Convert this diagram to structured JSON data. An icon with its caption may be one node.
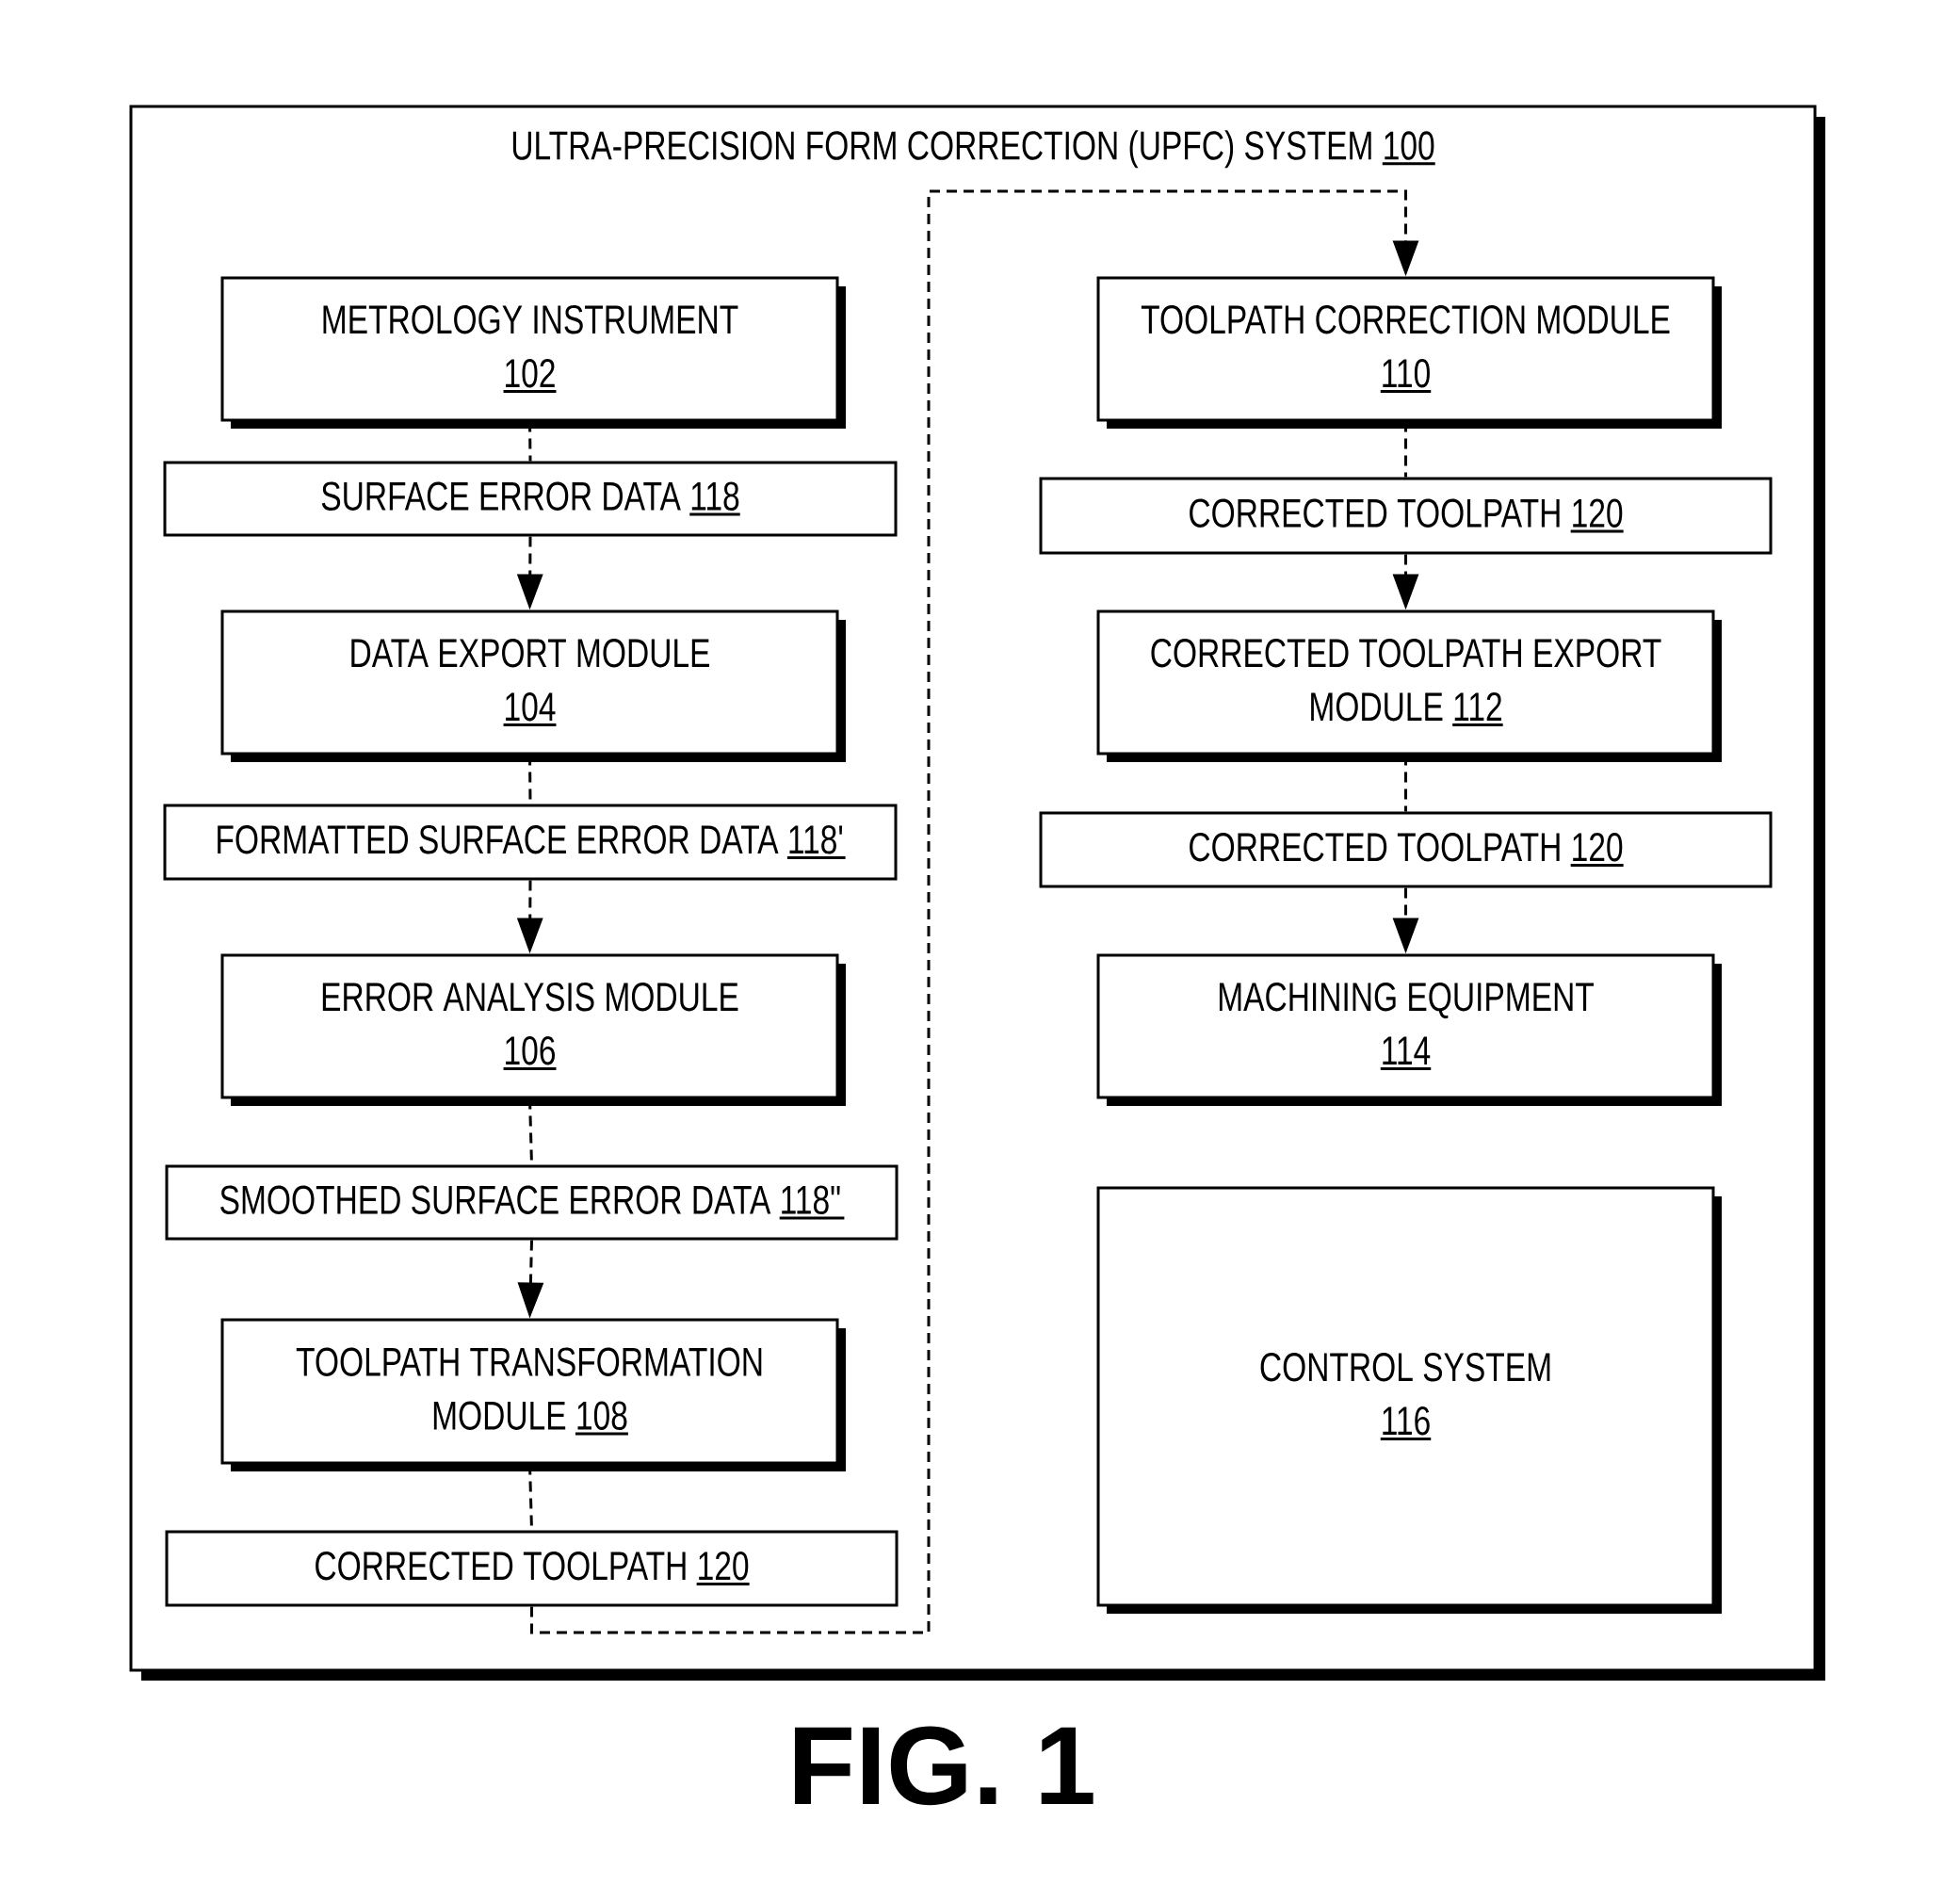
{
  "diagram": {
    "caption": "FIG. 1",
    "nodes": [
      {
        "text": [
          "ULTRA-PRECISION FORM CORRECTION (UPFC) SYSTEM",
          "100"
        ]
      },
      {
        "text": [
          "METROLOGY INSTRUMENT",
          "102"
        ],
        "in": 0
      },
      {
        "text": [
          "SURFACE ERROR DATA",
          "118"
        ],
        "in": 0
      },
      {
        "text": [
          "DATA EXPORT MODULE",
          "104"
        ],
        "in": 0
      },
      {
        "text": [
          "FORMATTED SURFACE ERROR DATA",
          "118'"
        ],
        "in": 0
      },
      {
        "text": [
          "ERROR ANALYSIS MODULE",
          "106"
        ],
        "in": 0
      },
      {
        "text": [
          "SMOOTHED SURFACE ERROR DATA",
          "118\""
        ],
        "in": 0
      },
      {
        "text": [
          "TOOLPATH TRANSFORMATION MODULE",
          "108"
        ],
        "in": 0
      },
      {
        "text": [
          "CORRECTED TOOLPATH",
          "120"
        ],
        "in": 0
      },
      {
        "text": [
          "TOOLPATH CORRECTION MODULE",
          "110"
        ],
        "in": 0
      },
      {
        "text": [
          "CORRECTED TOOLPATH",
          "120"
        ],
        "in": 0
      },
      {
        "text": [
          "CORRECTED TOOLPATH EXPORT MODULE",
          "112"
        ],
        "in": 0
      },
      {
        "text": [
          "CORRECTED TOOLPATH",
          "120"
        ],
        "in": 0
      },
      {
        "text": [
          "MACHINING EQUIPMENT",
          "114"
        ],
        "in": 0
      },
      {
        "text": [
          "CONTROL SYSTEM",
          "116"
        ],
        "in": 0
      }
    ],
    "edges": [
      {
        "from": 1,
        "to": 2,
        "arrow": "none",
        "style": "dashed"
      },
      {
        "from": 2,
        "to": 3,
        "arrow": "to",
        "style": "dashed"
      },
      {
        "from": 3,
        "to": 4,
        "arrow": "none",
        "style": "dashed"
      },
      {
        "from": 4,
        "to": 5,
        "arrow": "to",
        "style": "dashed"
      },
      {
        "from": 5,
        "to": 6,
        "arrow": "none",
        "style": "dashed"
      },
      {
        "from": 6,
        "to": 7,
        "arrow": "to",
        "style": "dashed"
      },
      {
        "from": 7,
        "to": 8,
        "arrow": "none",
        "style": "dashed"
      },
      {
        "from": 8,
        "to": 9,
        "arrow": "to",
        "style": "dashed"
      },
      {
        "from": 9,
        "to": 10,
        "arrow": "none",
        "style": "dashed"
      },
      {
        "from": 10,
        "to": 11,
        "arrow": "to",
        "style": "dashed"
      },
      {
        "from": 11,
        "to": 12,
        "arrow": "none",
        "style": "dashed"
      },
      {
        "from": 12,
        "to": 13,
        "arrow": "to",
        "style": "dashed"
      }
    ]
  }
}
